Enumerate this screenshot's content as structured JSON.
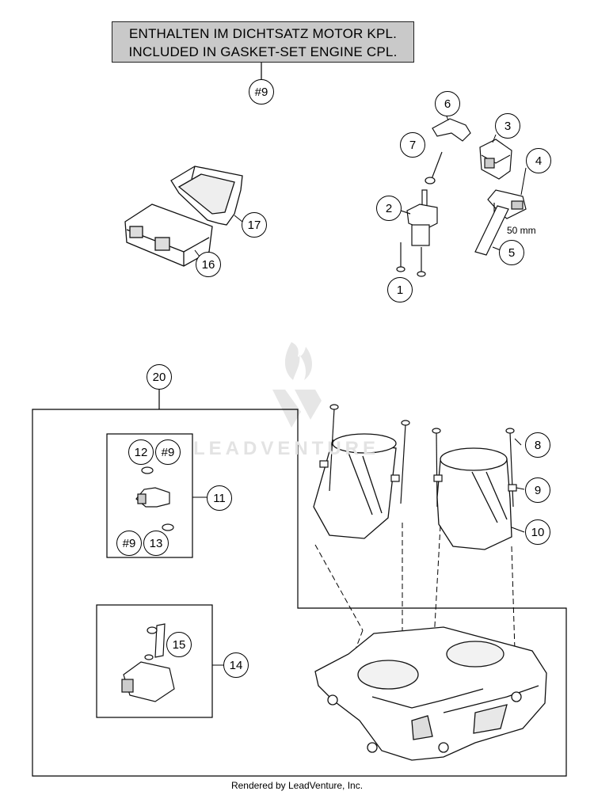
{
  "gasket_note": {
    "line_de": "ENTHALTEN IM DICHTSATZ MOTOR KPL.",
    "line_en": "INCLUDED IN GASKET-SET ENGINE CPL."
  },
  "watermark": "LEADVENTURE",
  "dimension_label": "50 mm",
  "footer": "Rendered by LeadVenture, Inc.",
  "callouts": {
    "c_note": "#9",
    "c1": "1",
    "c2": "2",
    "c3": "3",
    "c4": "4",
    "c5": "5",
    "c6": "6",
    "c7": "7",
    "c8": "8",
    "c9": "9",
    "c10": "10",
    "c11": "11",
    "c12": "12",
    "c12b": "#9",
    "c13a": "#9",
    "c13": "13",
    "c14": "14",
    "c15": "15",
    "c16": "16",
    "c17": "17",
    "c20": "20"
  }
}
